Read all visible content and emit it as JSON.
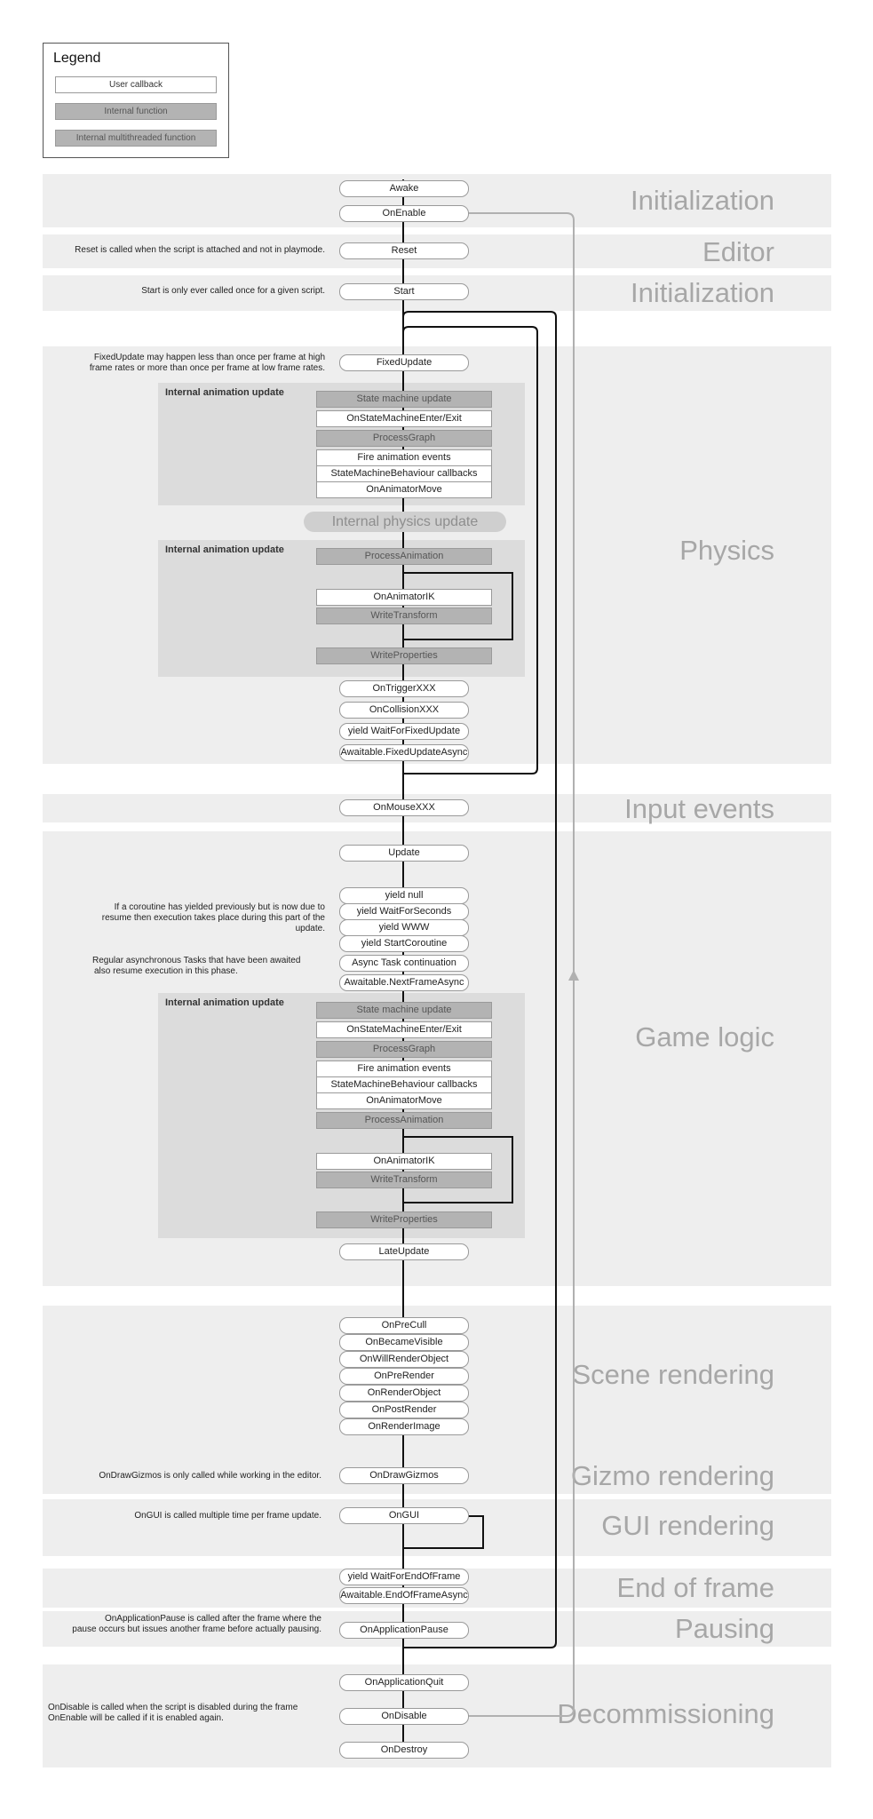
{
  "legend": {
    "title": "Legend",
    "items": [
      "User callback",
      "Internal function",
      "Internal multithreaded function"
    ]
  },
  "sections": {
    "init1": "Initialization",
    "editor": "Editor",
    "init2": "Initialization",
    "physics": "Physics",
    "input": "Input events",
    "game": "Game logic",
    "scene": "Scene rendering",
    "gizmo": "Gizmo rendering",
    "gui": "GUI rendering",
    "eof": "End of frame",
    "pausing": "Pausing",
    "decom": "Decommissioning"
  },
  "nodes": {
    "awake": "Awake",
    "onenable": "OnEnable",
    "reset": "Reset",
    "start": "Start",
    "fixedupdate": "FixedUpdate",
    "ontriggerxxx": "OnTriggerXXX",
    "oncollisionxxx": "OnCollisionXXX",
    "waitforfixedupdate": "yield WaitForFixedUpdate",
    "fixedupdateasync": "Awaitable.FixedUpdateAsync",
    "onmousexxx": "OnMouseXXX",
    "update": "Update",
    "yieldnull": "yield null",
    "waitforseconds": "yield WaitForSeconds",
    "yieldwww": "yield WWW",
    "startcoroutine": "yield StartCoroutine",
    "asynctask": "Async Task continuation",
    "nextframeasync": "Awaitable.NextFrameAsync",
    "lateupdate": "LateUpdate",
    "onprecull": "OnPreCull",
    "onbecamevisible": "OnBecameVisible",
    "onwillrenderobject": "OnWillRenderObject",
    "onprerender": "OnPreRender",
    "onrenderobject": "OnRenderObject",
    "onpostrender": "OnPostRender",
    "onrenderimage": "OnRenderImage",
    "ondrawgizmos": "OnDrawGizmos",
    "ongui": "OnGUI",
    "waitforendofframe": "yield WaitForEndOfFrame",
    "endofframeasync": "Awaitable.EndOfFrameAsync",
    "onapplicationpause": "OnApplicationPause",
    "onapplicationquit": "OnApplicationQuit",
    "ondisable": "OnDisable",
    "ondestroy": "OnDestroy"
  },
  "anim": {
    "panel_title": "Internal animation update",
    "state_machine_update": "State machine update",
    "on_state_machine_enter_exit": "OnStateMachineEnter/Exit",
    "process_graph": "ProcessGraph",
    "fire_animation_events": "Fire animation events",
    "state_machine_behaviour_callbacks": "StateMachineBehaviour callbacks",
    "on_animator_move": "OnAnimatorMove",
    "process_animation": "ProcessAnimation",
    "on_animator_ik": "OnAnimatorIK",
    "write_transform": "WriteTransform",
    "write_properties": "WriteProperties"
  },
  "physics_update": "Internal physics update",
  "notes": {
    "reset": "Reset is called when the script is attached and not in playmode.",
    "start": "Start is only ever called once for a given script.",
    "fixedupdate_1": "FixedUpdate may happen less than once per frame at high",
    "fixedupdate_2": "frame rates or more than once per frame at low frame rates.",
    "coroutine_1": "If a coroutine has yielded previously but is now due to",
    "coroutine_2": "resume then execution takes place during this part of the",
    "coroutine_3": "update.",
    "tasks_1": "Regular asynchronous Tasks that have been awaited",
    "tasks_2": "also resume execution in this phase.",
    "gizmos": "OnDrawGizmos is only called while working in the editor.",
    "gui": "OnGUI is called multiple time per frame update.",
    "pause_1": "OnApplicationPause is called after the frame where the",
    "pause_2": "pause occurs but issues another frame before actually pausing.",
    "disable_1": "OnDisable is called when the script is disabled during the frame",
    "disable_2": "OnEnable will be called if it is enabled again."
  },
  "colors": {
    "band": "#eeeeee",
    "panel": "#dcdcdc",
    "internal": "#b3b3b3",
    "section_label": "#a7a7a7",
    "flow_line": "#111111",
    "enable_disable_line": "#b0b0b0"
  }
}
